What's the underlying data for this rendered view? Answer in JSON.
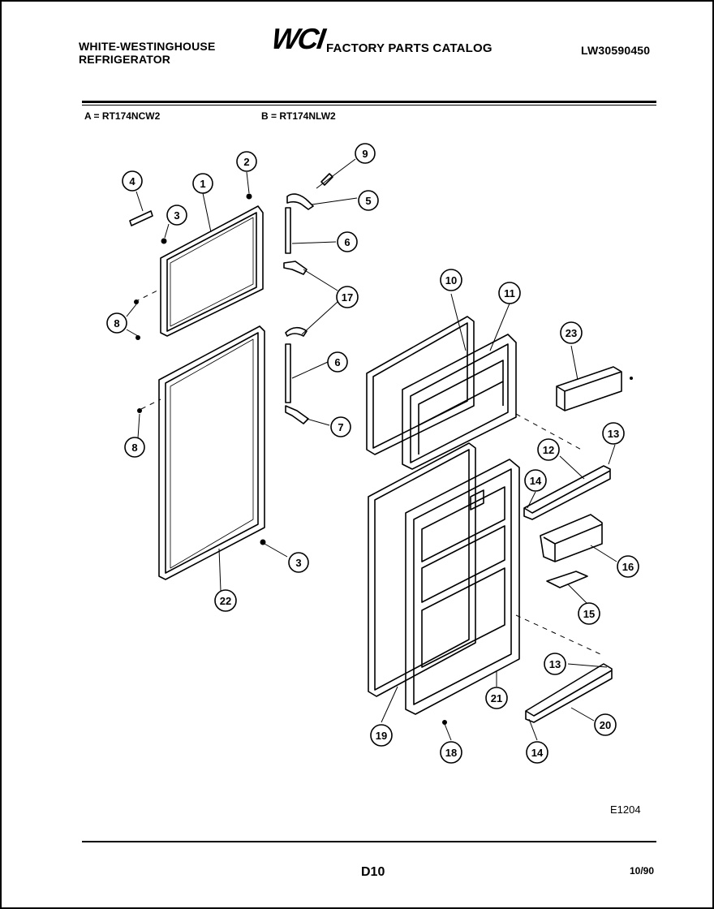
{
  "header": {
    "manufacturer_line1": "WHITE-WESTINGHOUSE",
    "manufacturer_line2": "REFRIGERATOR",
    "brand_logo": "WCI",
    "catalog_title": "FACTORY PARTS CATALOG",
    "catalog_number": "LW30590450"
  },
  "models": {
    "a": "A = RT174NCW2",
    "b": "B = RT174NLW2"
  },
  "callouts": {
    "c1": "1",
    "c2": "2",
    "c3a": "3",
    "c3b": "3",
    "c4": "4",
    "c5": "5",
    "c6a": "6",
    "c6b": "6",
    "c7": "7",
    "c8a": "8",
    "c8b": "8",
    "c9": "9",
    "c10": "10",
    "c11": "11",
    "c12": "12",
    "c13a": "13",
    "c13b": "13",
    "c14a": "14",
    "c14b": "14",
    "c15": "15",
    "c16": "16",
    "c17": "17",
    "c18": "18",
    "c19": "19",
    "c20": "20",
    "c21": "21",
    "c22": "22",
    "c23": "23"
  },
  "footer": {
    "figure_code": "E1204",
    "page_label": "D10",
    "date": "10/90"
  }
}
